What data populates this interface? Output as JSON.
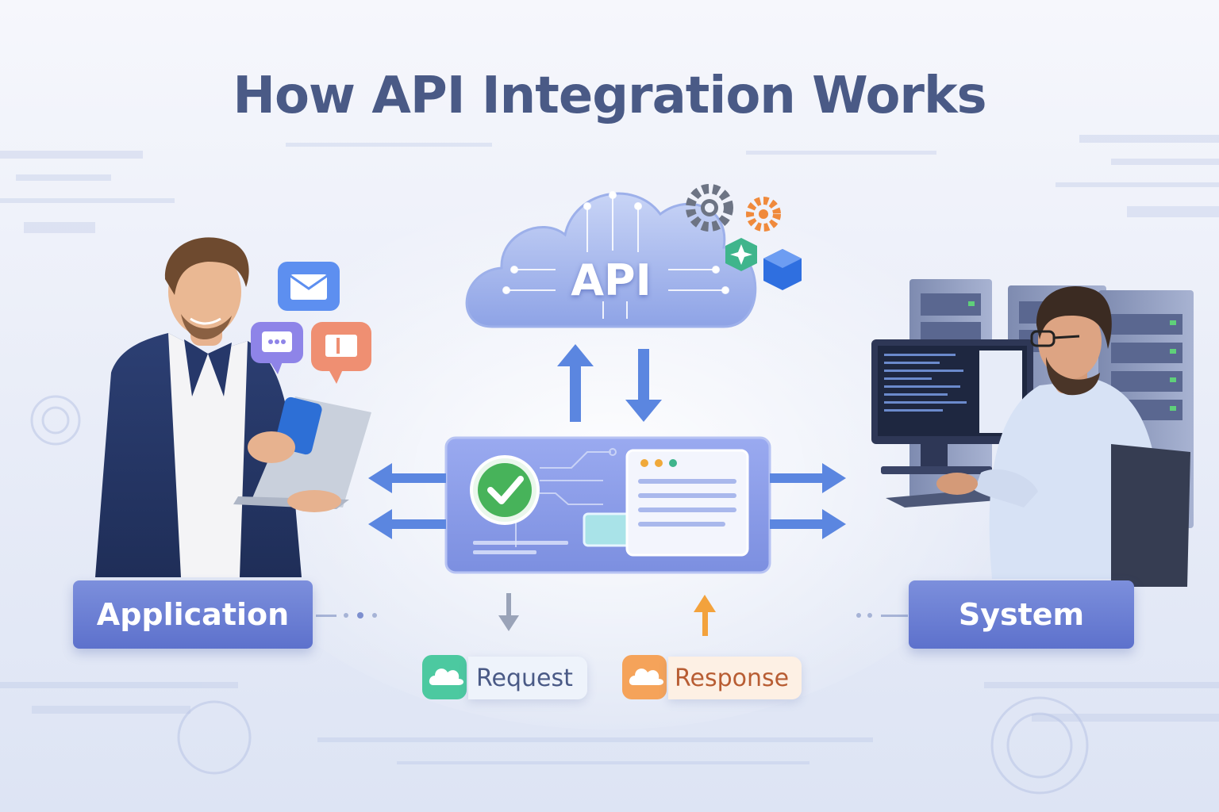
{
  "title": "How API Integration Works",
  "api_label": "API",
  "left_label": "Application",
  "right_label": "System",
  "request_label": "Request",
  "response_label": "Response",
  "colors": {
    "title": "#4a5a86",
    "label_box": "#6a7ed4",
    "request_accent": "#4cc9a0",
    "response_accent": "#f5a35a",
    "arrow": "#5b86e0"
  }
}
